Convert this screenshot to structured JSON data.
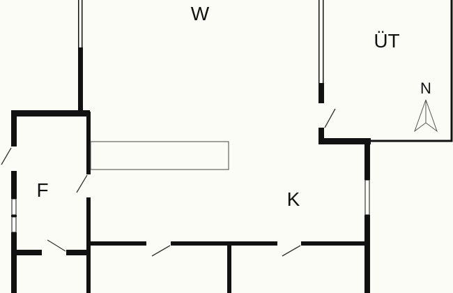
{
  "rooms": {
    "w": "W",
    "ut": "ÜT",
    "f": "F",
    "k": "K"
  },
  "compass": {
    "label": "N",
    "icon": "north-arrow-icon"
  },
  "colors": {
    "wall": "#111111",
    "floor": "#fcfcf7",
    "line": "#555555"
  }
}
